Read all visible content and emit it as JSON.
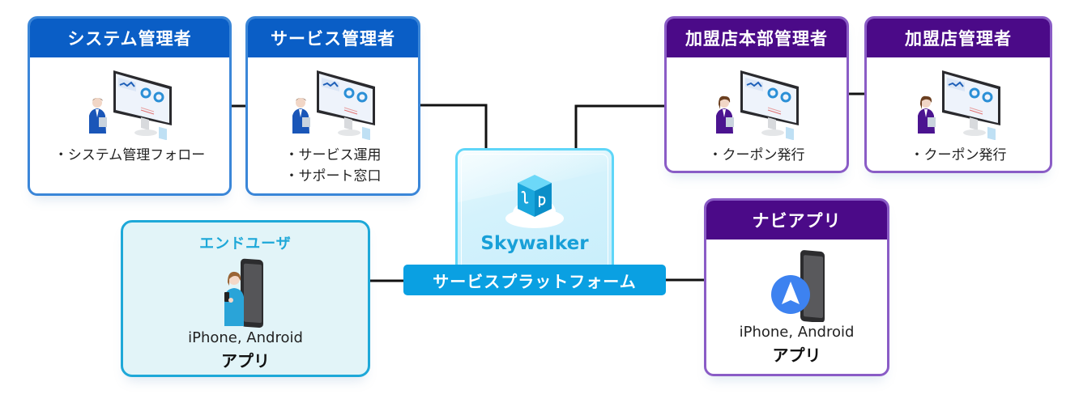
{
  "colors": {
    "admin_blue": "#0a5ec6",
    "admin_blue_border": "#3a86d8",
    "merchant_purple": "#4b0a88",
    "merchant_purple_border": "#8a5cc6",
    "end_user_cyan": "#1ea8d8",
    "end_user_bg": "#e2f4f8",
    "platform_label_bg": "#0aa0e2",
    "navi_icon_blue": "#3d82f0",
    "connector": "#111111"
  },
  "platform": {
    "brand": "Skywalker",
    "label": "サービスプラットフォーム",
    "icon": "cloud-cube-logo-icon"
  },
  "cards": {
    "system_admin": {
      "title": "システム管理者",
      "items": [
        "・システム管理フォロー"
      ],
      "icon": "admin-at-monitor-icon"
    },
    "service_admin": {
      "title": "サービス管理者",
      "items": [
        "・サービス運用",
        "・サポート窓口"
      ],
      "icon": "admin-at-monitor-icon"
    },
    "hq_admin": {
      "title": "加盟店本部管理者",
      "items": [
        "・クーポン発行"
      ],
      "icon": "admin-at-monitor-icon"
    },
    "store_admin": {
      "title": "加盟店管理者",
      "items": [
        "・クーポン発行"
      ],
      "icon": "admin-at-monitor-icon"
    },
    "end_user": {
      "title": "エンドユーザ",
      "platforms": "iPhone, Android",
      "app": "アプリ",
      "icon": "user-with-smartphone-icon"
    },
    "navi_app": {
      "title": "ナビアプリ",
      "platforms": "iPhone, Android",
      "app": "アプリ",
      "icon": "navigation-arrow-icon"
    }
  }
}
